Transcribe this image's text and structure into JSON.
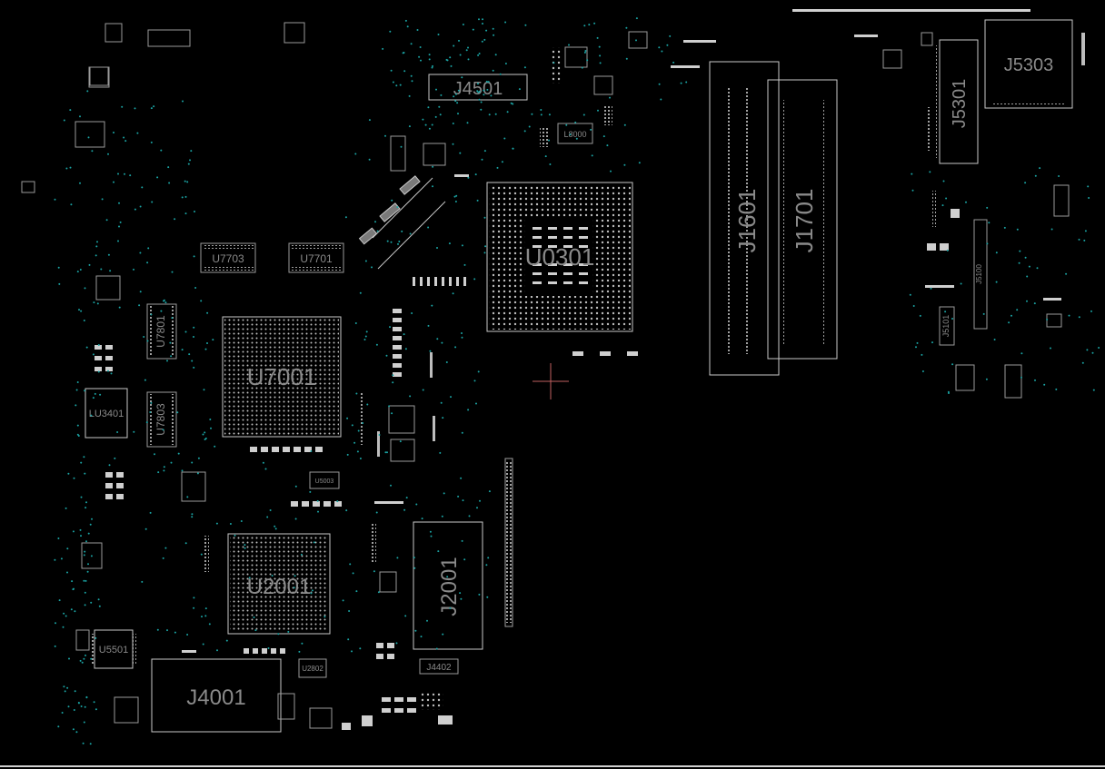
{
  "board": {
    "background": "#000000",
    "outline_color": "#c8c8c8",
    "label_color": "#8a8a8a",
    "via_color": "#1aa3a3",
    "cursor_color": "#c06060"
  },
  "components": {
    "J4501": "J4501",
    "U0301": "U0301",
    "J1601": "J1601",
    "J1701": "J1701",
    "J5303": "J5303",
    "J5301": "J5301",
    "U7703": "U7703",
    "U7701": "U7701",
    "U7801": "U7801",
    "U7001": "U7001",
    "LU3401": "LU3401",
    "U7803": "U7803",
    "U2001": "U2001",
    "J2001": "J2001",
    "U5501": "U5501",
    "J4001": "J4001",
    "J4402": "J4402",
    "U2802": "U2802",
    "L8000": "L8000",
    "J5101": "J5101",
    "J5100": "J5100",
    "U5003": "U5003"
  }
}
